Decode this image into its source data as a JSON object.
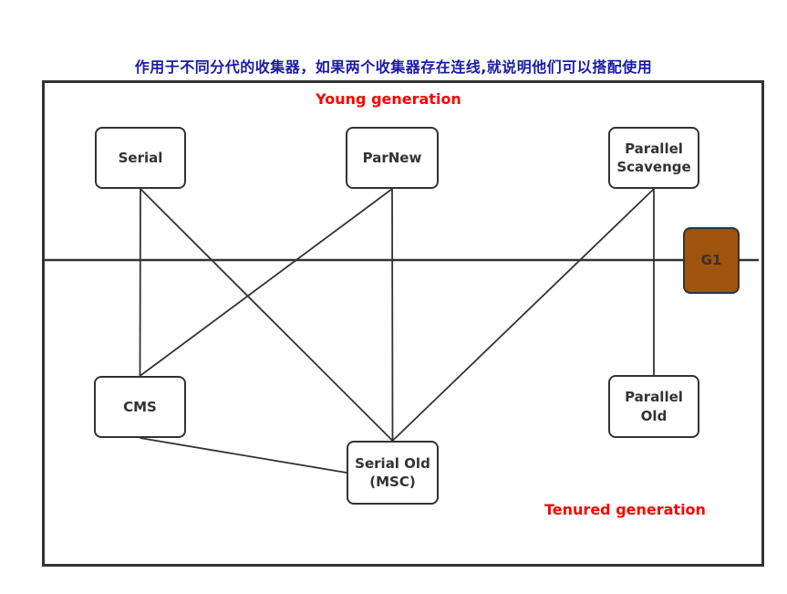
{
  "title": {
    "text": "作用于不同分代的收集器，如果两个收集器存在连线,就说明他们可以搭配使用",
    "color": "#1B1BA5"
  },
  "regions": {
    "young": "Young generation",
    "tenured": "Tenured generation",
    "label_color": "#FF0000"
  },
  "nodes": {
    "serial": {
      "label": "Serial"
    },
    "parnew": {
      "label": "ParNew"
    },
    "parallel_scavenge": {
      "label": "Parallel Scavenge"
    },
    "g1": {
      "label": "G1",
      "fill": "#A0530D"
    },
    "cms": {
      "label": "CMS"
    },
    "serial_old": {
      "label": "Serial Old (MSC)"
    },
    "parallel_old": {
      "label": "Parallel Old"
    }
  },
  "connections": [
    {
      "from": "serial",
      "to": "cms"
    },
    {
      "from": "serial",
      "to": "serial_old"
    },
    {
      "from": "parnew",
      "to": "cms"
    },
    {
      "from": "parnew",
      "to": "serial_old"
    },
    {
      "from": "parallel_scavenge",
      "to": "serial_old"
    },
    {
      "from": "parallel_scavenge",
      "to": "parallel_old"
    },
    {
      "from": "cms",
      "to": "serial_old"
    }
  ],
  "colors": {
    "line": "#333333",
    "box_border": "#333333",
    "box_text": "#333333"
  }
}
